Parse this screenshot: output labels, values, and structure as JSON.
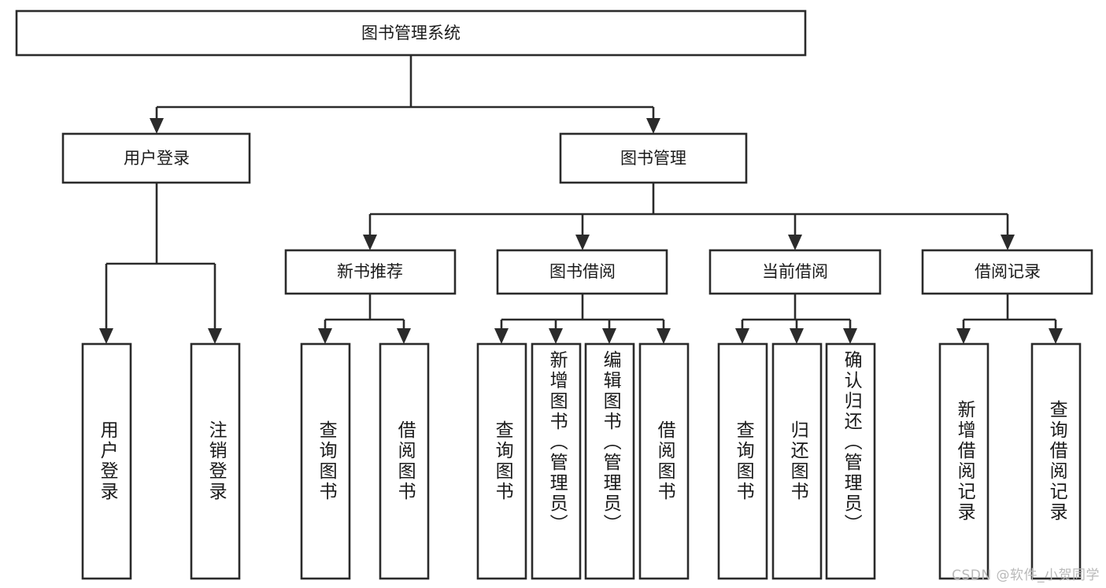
{
  "diagram": {
    "type": "tree",
    "title": "图书管理系统",
    "orientation": "top-down",
    "root": {
      "id": "root",
      "label": "图书管理系统",
      "level": 0
    },
    "level2": [
      {
        "id": "user-login",
        "label": "用户登录",
        "level": 1
      },
      {
        "id": "book-management",
        "label": "图书管理",
        "level": 1
      }
    ],
    "level3": [
      {
        "id": "new-book-recommend",
        "label": "新书推荐",
        "level": 2,
        "parent": "book-management"
      },
      {
        "id": "book-borrow",
        "label": "图书借阅",
        "level": 2,
        "parent": "book-management"
      },
      {
        "id": "current-borrow",
        "label": "当前借阅",
        "level": 2,
        "parent": "book-management"
      },
      {
        "id": "borrow-record",
        "label": "借阅记录",
        "level": 2,
        "parent": "book-management"
      }
    ],
    "leaves": [
      {
        "id": "leaf-user-login",
        "label": "用户登录",
        "parent": "user-login"
      },
      {
        "id": "leaf-logout",
        "label": "注销登录",
        "parent": "user-login"
      },
      {
        "id": "leaf-query-book-1",
        "label": "查询图书",
        "parent": "new-book-recommend"
      },
      {
        "id": "leaf-borrow-book-1",
        "label": "借阅图书",
        "parent": "new-book-recommend"
      },
      {
        "id": "leaf-query-book-2",
        "label": "查询图书",
        "parent": "book-borrow"
      },
      {
        "id": "leaf-add-book",
        "label": "新增图书（管理员）",
        "parent": "book-borrow"
      },
      {
        "id": "leaf-edit-book",
        "label": "编辑图书（管理员）",
        "parent": "book-borrow"
      },
      {
        "id": "leaf-borrow-book-2",
        "label": "借阅图书",
        "parent": "book-borrow"
      },
      {
        "id": "leaf-query-book-3",
        "label": "查询图书",
        "parent": "current-borrow"
      },
      {
        "id": "leaf-return-book",
        "label": "归还图书",
        "parent": "current-borrow"
      },
      {
        "id": "leaf-confirm-return",
        "label": "确认归还（管理员）",
        "parent": "current-borrow"
      },
      {
        "id": "leaf-add-record",
        "label": "新增借阅记录",
        "parent": "borrow-record"
      },
      {
        "id": "leaf-query-record",
        "label": "查询借阅记录",
        "parent": "borrow-record"
      }
    ]
  },
  "watermark": {
    "text": "CSDN @软件_小贺同学"
  },
  "colors": {
    "stroke": "#2b2b2b",
    "fill": "#ffffff",
    "text": "#1a1a1a",
    "watermark": "#b9b9b9"
  }
}
